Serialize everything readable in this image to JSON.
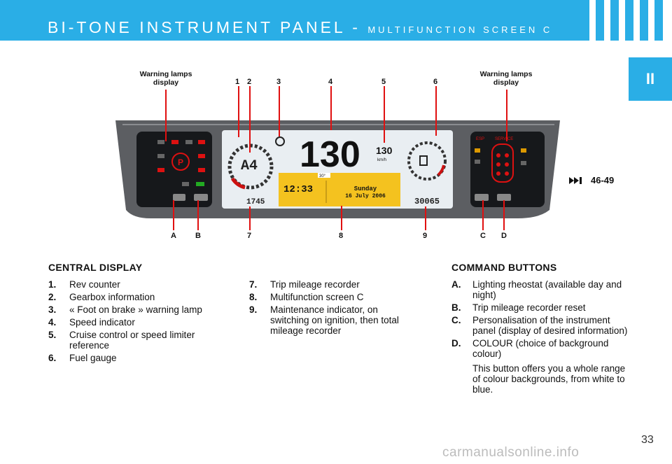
{
  "header": {
    "title": "BI-TONE INSTRUMENT PANEL - ",
    "subtitle": "MULTIFUNCTION SCREEN C"
  },
  "chapter_tab": "II",
  "diagram": {
    "left_warning_label": "Warning lamps display",
    "right_warning_label": "Warning lamps display",
    "top_numbers": [
      "1",
      "2",
      "3",
      "4",
      "5",
      "6"
    ],
    "bottom_letters": [
      "A",
      "B",
      "7",
      "8",
      "9",
      "C",
      "D"
    ],
    "screen": {
      "gear": "A4",
      "speed": "130",
      "limiter_speed": "130",
      "limiter_unit": "km/h",
      "temperature": "30°",
      "time": "12:33",
      "day": "Sunday",
      "date": "16 July 2006",
      "trip": "1745",
      "total": "30065",
      "km": "km"
    },
    "right_panel_labels": [
      "ESP",
      "SERVICE"
    ],
    "reference": "46-49",
    "reference_icon": "fast-forward-icon",
    "colors": {
      "accent": "#2aaee6",
      "callout_line": "#e01010",
      "lcd": "#e9eef2",
      "lcd_yellow": "#f4c21f"
    }
  },
  "central_display": {
    "title": "CENTRAL DISPLAY",
    "items": [
      {
        "key": "1.",
        "text": "Rev counter"
      },
      {
        "key": "2.",
        "text": "Gearbox information"
      },
      {
        "key": "3.",
        "text": "« Foot on brake » warning lamp"
      },
      {
        "key": "4.",
        "text": "Speed indicator"
      },
      {
        "key": "5.",
        "text": "Cruise control or speed limiter reference"
      },
      {
        "key": "6.",
        "text": "Fuel gauge"
      }
    ]
  },
  "middle_list": {
    "items": [
      {
        "key": "7.",
        "text": "Trip mileage recorder"
      },
      {
        "key": "8.",
        "text": "Multifunction screen C"
      },
      {
        "key": "9.",
        "text": "Maintenance indicator, on switching on ignition, then total mileage recorder"
      }
    ]
  },
  "command_buttons": {
    "title": "COMMAND BUTTONS",
    "items": [
      {
        "key": "A.",
        "text": "Lighting rheostat (available day and night)"
      },
      {
        "key": "B.",
        "text": "Trip mileage recorder reset"
      },
      {
        "key": "C.",
        "text": "Personalisation of the instrument panel (display of desired information)"
      },
      {
        "key": "D.",
        "text": "COLOUR (choice of background colour)"
      }
    ],
    "note": "This button offers you a whole range of colour backgrounds, from white to blue."
  },
  "page_number": "33",
  "watermark": "carmanualsonline.info"
}
